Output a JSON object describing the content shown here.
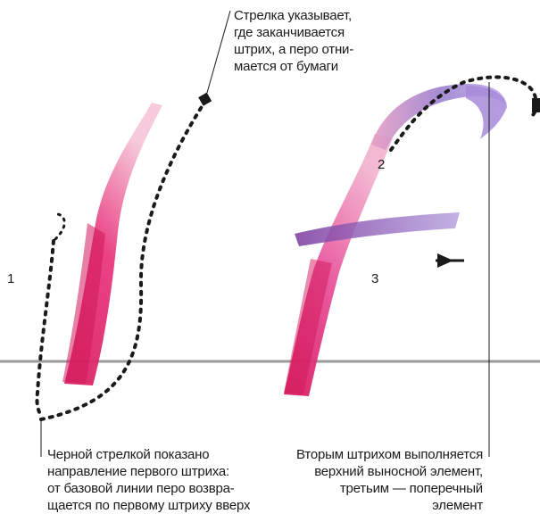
{
  "labels": {
    "top_note": [
      "Стрелка указывает,",
      "где заканчивается",
      "штрих, а перо отни-",
      "мается от бумаги"
    ],
    "left_note": [
      "Черной стрелкой показано",
      "направление первого штриха:",
      "от базовой линии перо возвра-",
      "щается по первому штриху вверх"
    ],
    "right_note": [
      "Вторым штрихом выполняется",
      "верхний выносной элемент,",
      "третьим — поперечный",
      "элемент"
    ],
    "stroke_1": "1",
    "stroke_2": "2",
    "stroke_3": "3"
  },
  "colors": {
    "ink_pink": "#e8327a",
    "ink_light_pink": "#f2a6c4",
    "ink_violet": "#8a6fc2",
    "ink_light_violet": "#c7b6e6",
    "baseline": "#9a9a9a",
    "arrow": "#1a1a1a"
  },
  "icons": {
    "arrowhead": "arrow-head-icon"
  }
}
